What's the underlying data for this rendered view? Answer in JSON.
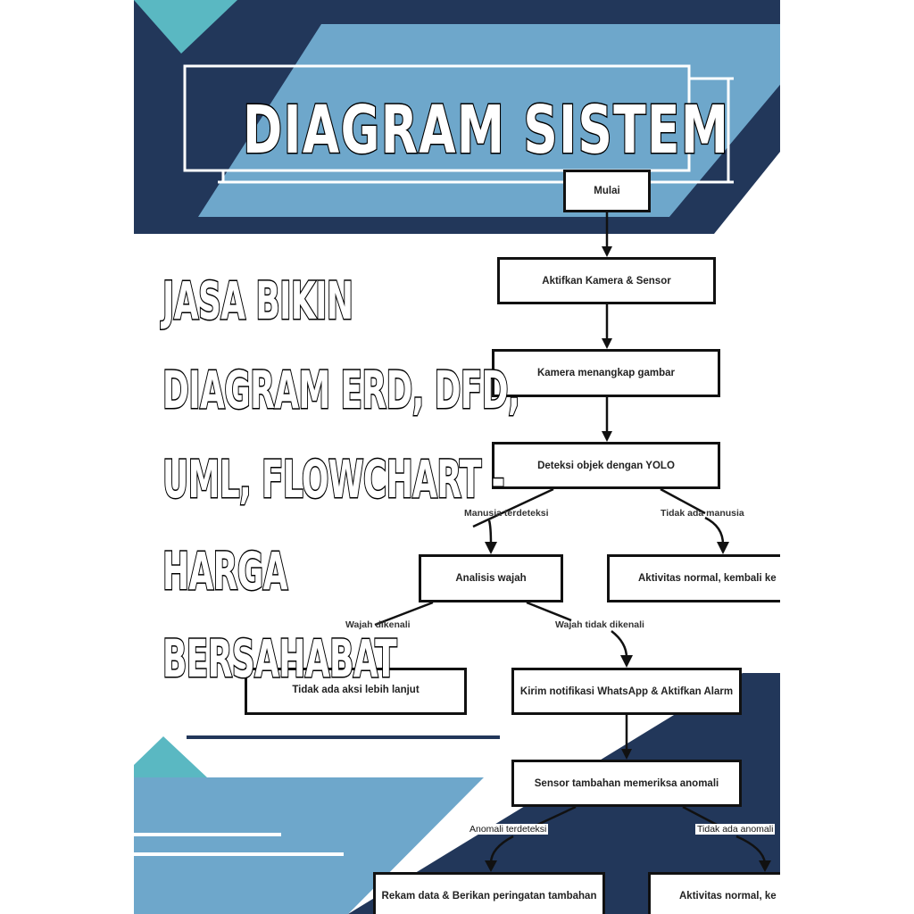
{
  "colors": {
    "navy": "#22375a",
    "light_blue": "#6ea7cb",
    "teal": "#5ab8c2",
    "white": "#ffffff",
    "box_border": "#111111"
  },
  "title": "DIAGRAM SISTEM",
  "promo": {
    "lines": [
      "JASA BIKIN",
      "DIAGRAM ERD, DFD,",
      "UML, FLOWCHART -",
      "HARGA",
      "BERSAHABAT"
    ]
  },
  "flowchart": {
    "nodes": {
      "start": "Mulai",
      "activate": "Aktifkan Kamera & Sensor",
      "capture": "Kamera menangkap gambar",
      "detect": "Deteksi objek dengan YOLO",
      "face": "Analisis wajah",
      "normal1": "Aktivitas normal, kembali ke",
      "no_action": "Tidak ada aksi lebih lanjut",
      "notify": "Kirim notifikasi WhatsApp & Aktifkan Alarm",
      "sensor": "Sensor tambahan memeriksa anomali",
      "record": "Rekam data & Berikan peringatan tambahan",
      "normal2": "Aktivitas normal, ke"
    },
    "edges": {
      "human_detected": "Manusia terdeteksi",
      "no_human": "Tidak ada manusia",
      "face_known": "Wajah dikenali",
      "face_unknown": "Wajah tidak dikenali",
      "anomaly": "Anomali terdeteksi",
      "no_anomaly": "Tidak ada anomali"
    }
  }
}
